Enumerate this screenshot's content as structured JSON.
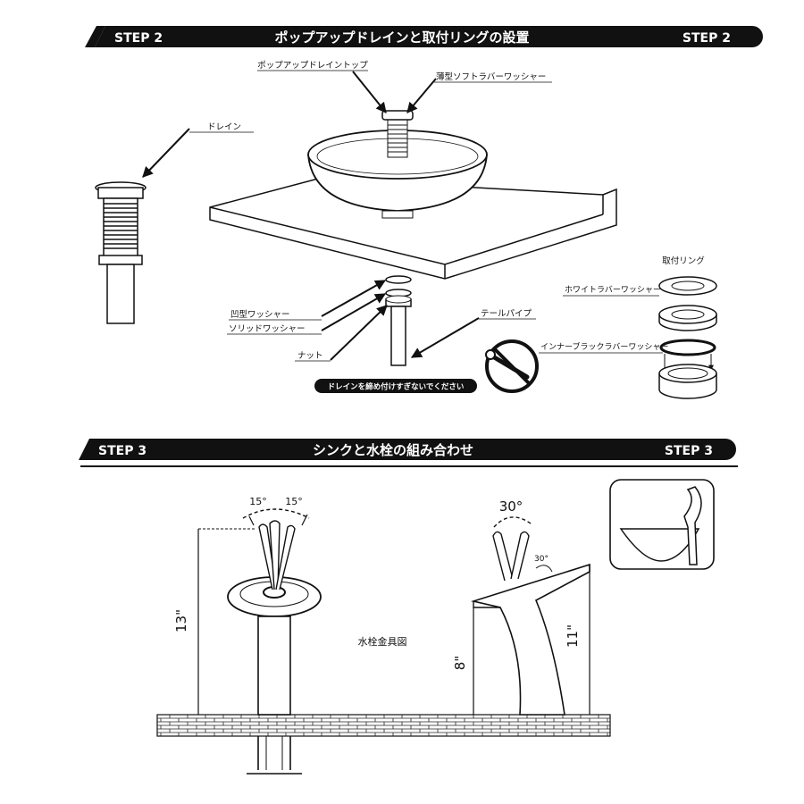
{
  "step2": {
    "left": "STEP 2",
    "title": "ポップアップドレインと取付リングの設置",
    "right": "STEP 2",
    "labels": {
      "drain_top": "ポップアップドレイントップ",
      "thin_washer": "薄型ソフトラバーワッシャー",
      "drain": "ドレイン",
      "concave_washer": "凹型ワッシャー",
      "solid_washer": "ソリッドワッシャー",
      "nut": "ナット",
      "tail_pipe": "テールパイプ",
      "warning": "ドレインを締め付けすぎないでください",
      "mount_ring": "取付リング",
      "white_washer": "ホワイトラバーワッシャー",
      "inner_black_washer": "インナーブラックラバーワッシャー"
    }
  },
  "step3": {
    "left": "STEP 3",
    "title": "シンクと水栓の組み合わせ",
    "right": "STEP 3",
    "labels": {
      "angle_left": "15°",
      "angle_right": "15°",
      "height_13": "13\"",
      "faucet_drawing": "水栓金具図",
      "angle_30_top": "30°",
      "angle_30_small": "30°",
      "height_8": "8\"",
      "height_11": "11\""
    }
  }
}
